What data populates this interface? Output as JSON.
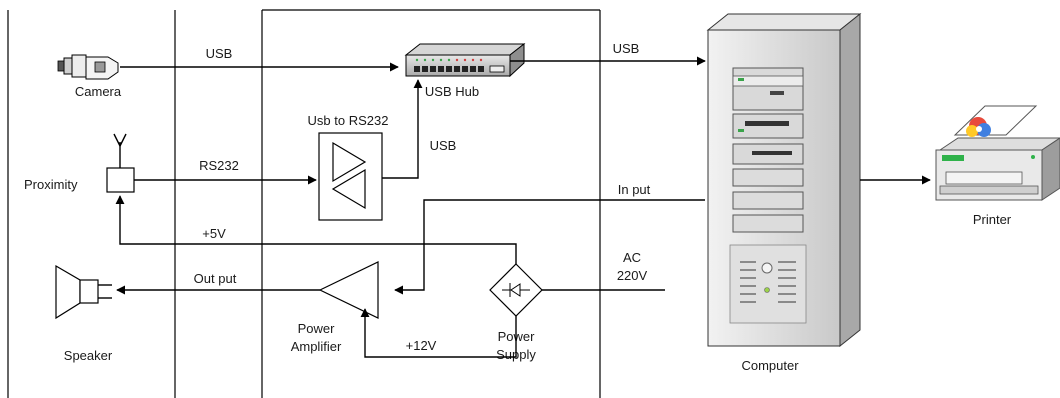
{
  "labels": {
    "camera": "Camera",
    "proximity": "Proximity",
    "speaker": "Speaker",
    "usb_hub": "USB Hub",
    "usb_to_rs232": "Usb to RS232",
    "power_amplifier": [
      "Power",
      "Amplifier"
    ],
    "power_supply": [
      "Power",
      "Supply"
    ],
    "computer": "Computer",
    "printer": "Printer"
  },
  "connections": {
    "camera_to_hub": "USB",
    "hub_to_computer": "USB",
    "converter_to_hub": "USB",
    "proximity_to_converter": "RS232",
    "computer_input": "In put",
    "supply_5v": "+5V",
    "amplifier_output": "Out put",
    "supply_12v": "+12V",
    "mains": [
      "AC",
      "220V"
    ]
  },
  "icons": [
    "camera-icon",
    "antenna-icon",
    "proximity-sensor-icon",
    "speaker-icon",
    "usb-hub-icon",
    "converter-icon",
    "amplifier-icon",
    "rectifier-icon",
    "computer-tower-icon",
    "printer-icon"
  ]
}
